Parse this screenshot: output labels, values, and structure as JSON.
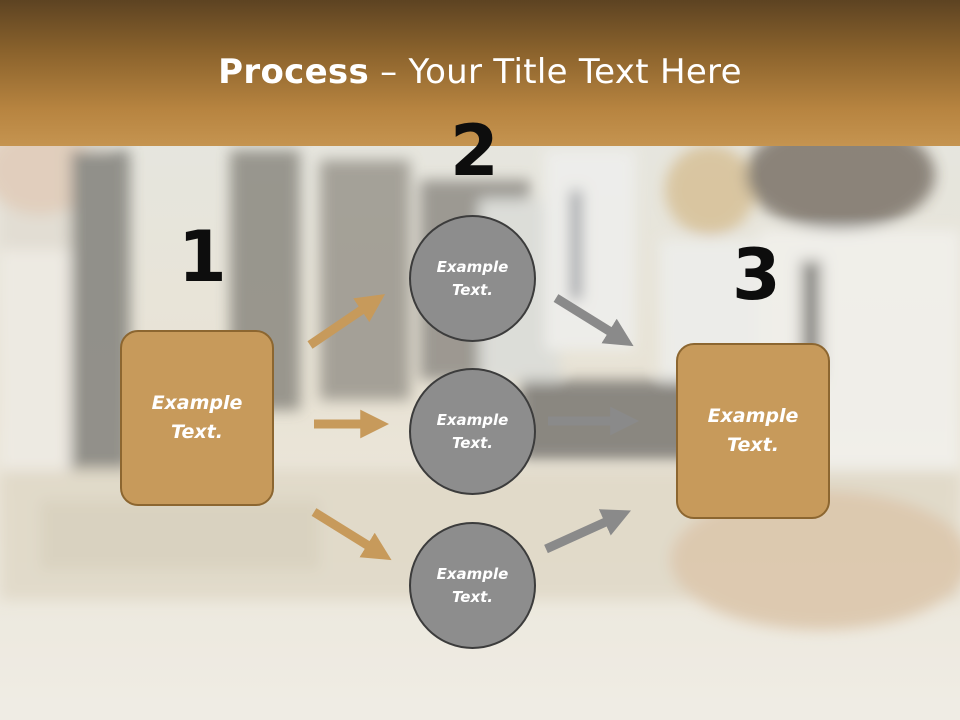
{
  "title": {
    "bold": "Process",
    "rest": " – Your Title Text Here"
  },
  "steps": [
    {
      "number": "1",
      "box_text": "Example\nText."
    },
    {
      "number": "2",
      "circle_texts": [
        "Example\nText.",
        "Example\nText.",
        "Example\nText."
      ]
    },
    {
      "number": "3",
      "box_text": "Example\nText."
    }
  ],
  "colors": {
    "accent_tan": "#c79a5b",
    "circle_gray": "#8d8d8d",
    "arrow_gray": "#8a8a8a",
    "header_brown": "#8a622c"
  }
}
